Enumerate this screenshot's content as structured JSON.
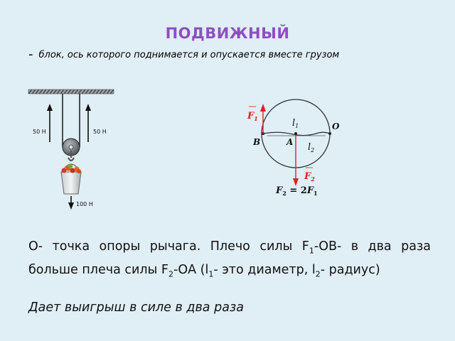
{
  "title": "ПОДВИЖНЫЙ",
  "subtitle": {
    "dash": "-",
    "text": "блок, ось которого поднимается и опускается вместе грузом"
  },
  "pulley_figure": {
    "force_left": "50 Н",
    "force_right": "50 Н",
    "force_down": "100 Н"
  },
  "lever_diagram": {
    "label_F1": "F",
    "label_F1_sub": "1",
    "label_l1": "l",
    "label_l1_sub": "1",
    "label_O": "O",
    "label_B": "B",
    "label_A": "A",
    "label_l2": "l",
    "label_l2_sub": "2",
    "label_F2": "F",
    "label_F2_sub": "2",
    "formula_left": "F",
    "formula_left_sub": "2",
    "formula_mid": " = 2",
    "formula_right": "F",
    "formula_right_sub": "1",
    "colors": {
      "force_arrow": "#e02020",
      "force_label": "#e02020",
      "circle": "#333333"
    }
  },
  "explanation": {
    "p1": "О- точка опоры рычага. Плечо силы F",
    "s1": "1",
    "p2": "-ОВ- в два раза больше плеча силы F",
    "s2": "2",
    "p3": "-ОА (l",
    "s3": "1",
    "p4": "- это диаметр, l",
    "s4": "2",
    "p5": "- радиус)"
  },
  "conclusion": "Дает выигрыш в силе в два раза"
}
